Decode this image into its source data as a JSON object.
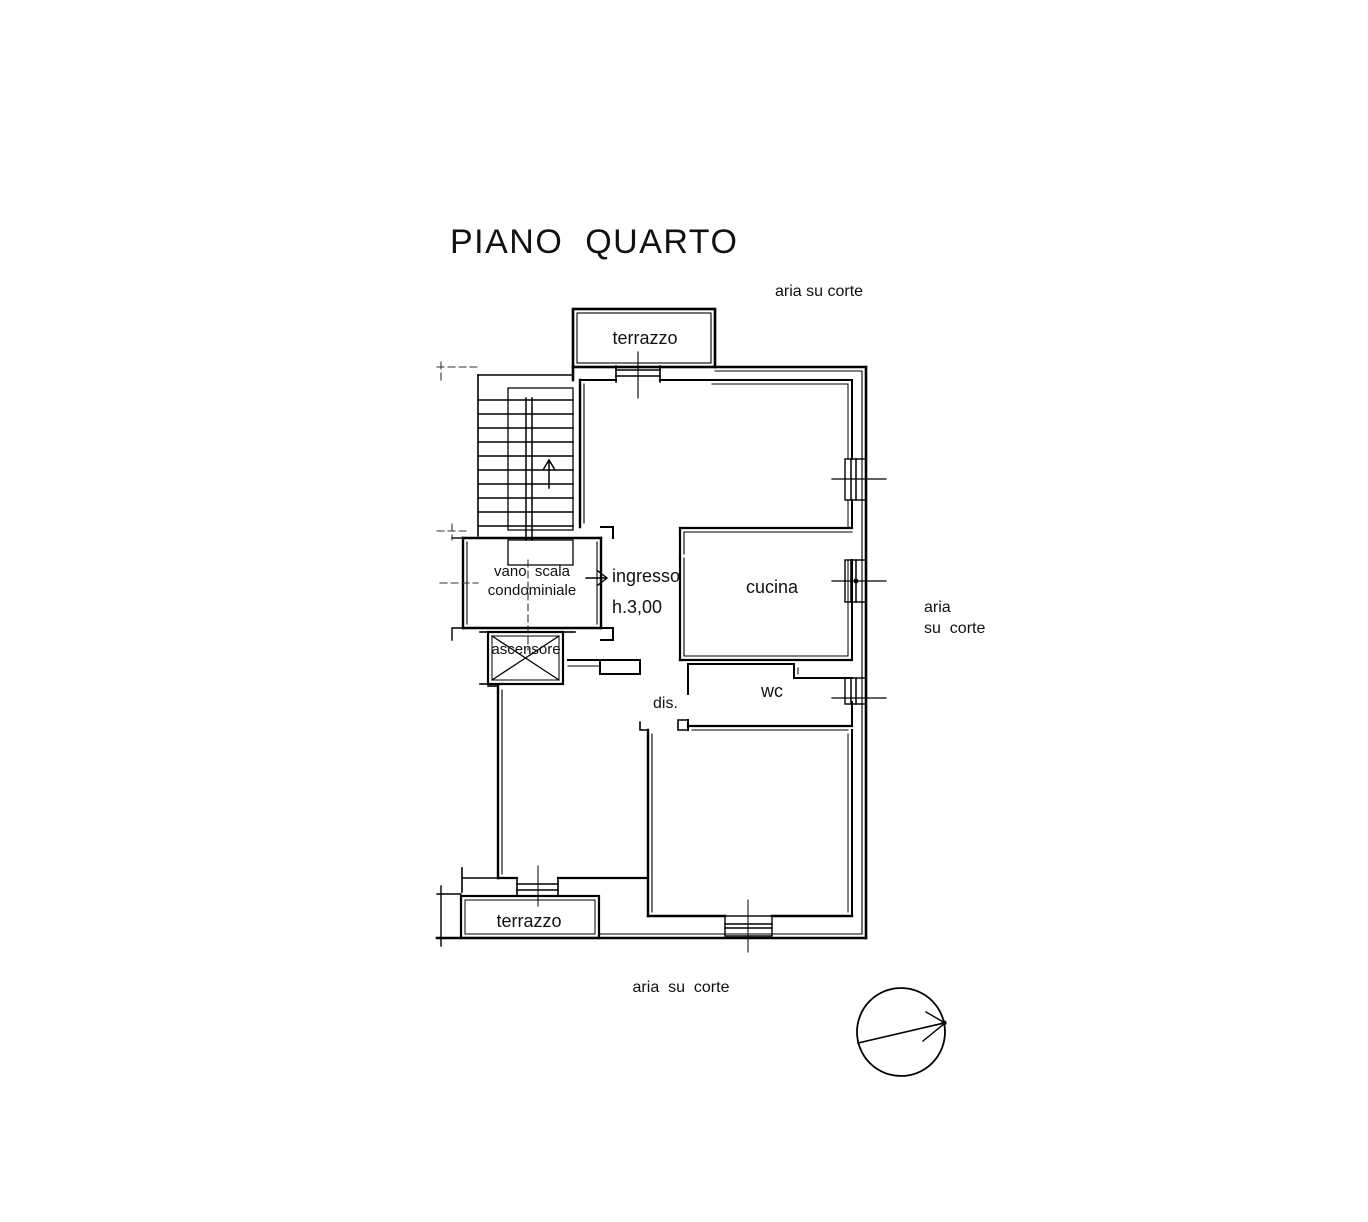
{
  "document": {
    "title": "PIANO  QUARTO",
    "type": "floor-plan",
    "language": "it"
  },
  "annotations": {
    "aria_su_corte_top": "aria su corte",
    "aria_su_corte_right_line1": "aria",
    "aria_su_corte_right_line2": "su  corte",
    "aria_su_corte_bottom": "aria  su  corte"
  },
  "rooms": [
    {
      "key": "terrazzo_top",
      "label": "terrazzo"
    },
    {
      "key": "ingresso",
      "label": "ingresso"
    },
    {
      "key": "ingresso_height",
      "label": "h.3,00"
    },
    {
      "key": "cucina",
      "label": "cucina"
    },
    {
      "key": "wc",
      "label": "wc"
    },
    {
      "key": "dis",
      "label": "dis."
    },
    {
      "key": "vano_scala_l1",
      "label": "vano  scala"
    },
    {
      "key": "vano_scala_l2",
      "label": "condominiale"
    },
    {
      "key": "ascensore",
      "label": "ascensore"
    },
    {
      "key": "terrazzo_bottom",
      "label": "terrazzo"
    }
  ],
  "symbols": {
    "stair_direction": "up-arrow",
    "elevator_mark": "x-cross",
    "compass": "north-arrow-circle"
  },
  "colors": {
    "ink": "#1a1a1a",
    "paper": "#ffffff",
    "wall": "#000000"
  },
  "chart_data": {
    "type": "table",
    "title": "PIANO  QUARTO",
    "categories": [
      "terrazzo",
      "ingresso",
      "cucina",
      "wc",
      "dis.",
      "vano scala condominiale",
      "ascensore",
      "terrazzo"
    ],
    "values": [],
    "xlabel": "",
    "ylabel": ""
  }
}
